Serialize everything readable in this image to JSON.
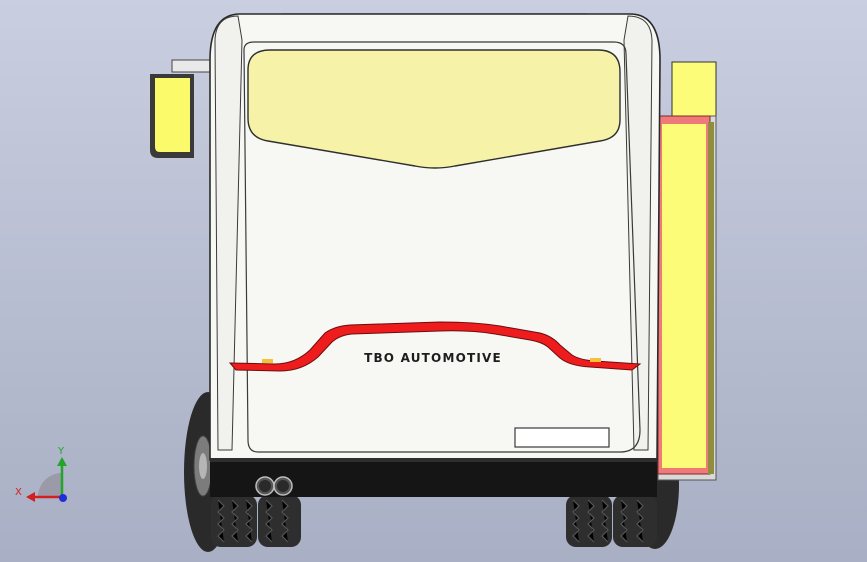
{
  "vehicle": {
    "brand_badge": "TBO AUTOMOTIVE",
    "body_color": "#f7f7f4",
    "glass_color": "#f6f2a8",
    "light_bar_color": "#ee1c1c",
    "side_panel_color": "#fdfc78"
  },
  "triad": {
    "x_label": "X",
    "y_label": "Y",
    "x_color": "#d21f1f",
    "y_color": "#22a52a",
    "z_color": "#1f2fd8"
  }
}
